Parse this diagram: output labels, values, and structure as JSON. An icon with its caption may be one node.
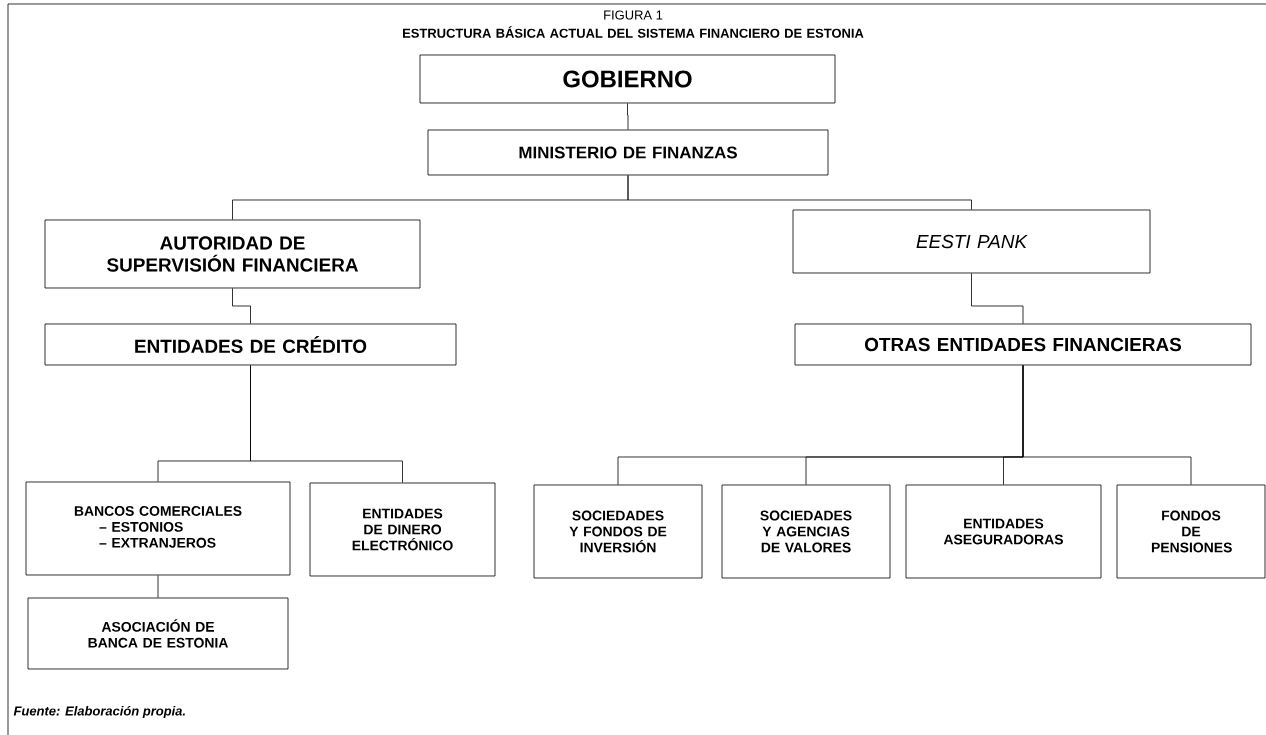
{
  "diagram": {
    "title": "ESTRUCTURA BÁSICA ACTUAL DEL SISTEMA FINANCIERO DE ESTONIA",
    "labels": [
      "FIGURA 1"
    ],
    "caption": "Fuente: Elaboración propia.",
    "nodes": [
      {
        "text": [
          "GOBIERNO"
        ]
      },
      {
        "text": [
          "MINISTERIO DE FINANZAS"
        ]
      },
      {
        "text": [
          "AUTORIDAD DE SUPERVISIÓN FINANCIERA"
        ]
      },
      {
        "text": [
          "EESTI PANK"
        ]
      },
      {
        "text": [
          "ENTIDADES DE CRÉDITO"
        ]
      },
      {
        "text": [
          "OTRAS ENTIDADES FINANCIERAS"
        ]
      },
      {
        "text": [
          "BANCOS COMERCIALES",
          "– ESTONIOS",
          "– EXTRANJEROS"
        ]
      },
      {
        "text": [
          "ENTIDADES DE DINERO ELECTRÓNICO"
        ]
      },
      {
        "text": [
          "ASOCIACIÓN DE BANCA DE ESTONIA"
        ]
      },
      {
        "text": [
          "SOCIEDADES Y FONDOS DE INVERSIÓN"
        ]
      },
      {
        "text": [
          "SOCIEDADES Y AGENCIAS DE VALORES"
        ]
      },
      {
        "text": [
          "ENTIDADES ASEGURADORAS"
        ]
      },
      {
        "text": [
          "FONDOS DE PENSIONES"
        ]
      }
    ],
    "edges": [
      {
        "from": 0,
        "to": 1,
        "arrow": "none"
      },
      {
        "from": 1,
        "to": 2,
        "arrow": "none"
      },
      {
        "from": 1,
        "to": 3,
        "arrow": "none"
      },
      {
        "from": 2,
        "to": 4,
        "arrow": "none"
      },
      {
        "from": 3,
        "to": 5,
        "arrow": "none"
      },
      {
        "from": 4,
        "to": 6,
        "arrow": "none"
      },
      {
        "from": 4,
        "to": 7,
        "arrow": "none"
      },
      {
        "from": 6,
        "to": 8,
        "arrow": "none"
      },
      {
        "from": 5,
        "to": 9,
        "arrow": "none"
      },
      {
        "from": 5,
        "to": 10,
        "arrow": "none"
      },
      {
        "from": 5,
        "to": 11,
        "arrow": "none"
      },
      {
        "from": 5,
        "to": 12,
        "arrow": "none"
      }
    ]
  }
}
